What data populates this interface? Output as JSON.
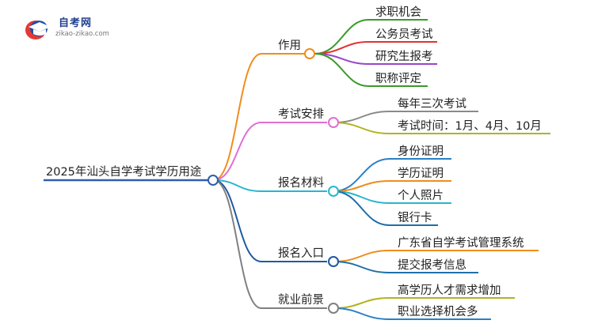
{
  "brand": {
    "name": "自考网",
    "url": "zikao-zikao.com"
  },
  "root": {
    "label": "2025年汕头自学考试学历用途"
  },
  "colors": {
    "root": "#2f5fa8",
    "branch1": "#f08c1c",
    "branch2": "#e06fd0",
    "branch3": "#29b6cf",
    "branch4": "#1f5aa0",
    "branch5": "#808080",
    "leaf_green": "#3a9a2a",
    "leaf_red": "#e23232",
    "leaf_purple": "#9a45c8",
    "leaf_gray": "#8a8a8a",
    "leaf_olive": "#b0b420",
    "leaf_blue": "#2a7fc4",
    "leaf_orange": "#f08c1c",
    "leaf_teal": "#1f6fa8"
  },
  "branches": [
    {
      "label": "作用",
      "children": [
        "求职机会",
        "公务员考试",
        "研究生报考",
        "职称评定"
      ]
    },
    {
      "label": "考试安排",
      "children": [
        "每年三次考试",
        "考试时间：1月、4月、10月"
      ]
    },
    {
      "label": "报名材料",
      "children": [
        "身份证明",
        "学历证明",
        "个人照片",
        "银行卡"
      ]
    },
    {
      "label": "报名入口",
      "children": [
        "广东省自学考试管理系统",
        "提交报考信息"
      ]
    },
    {
      "label": "就业前景",
      "children": [
        "高学历人才需求增加",
        "职业选择机会多"
      ]
    }
  ]
}
